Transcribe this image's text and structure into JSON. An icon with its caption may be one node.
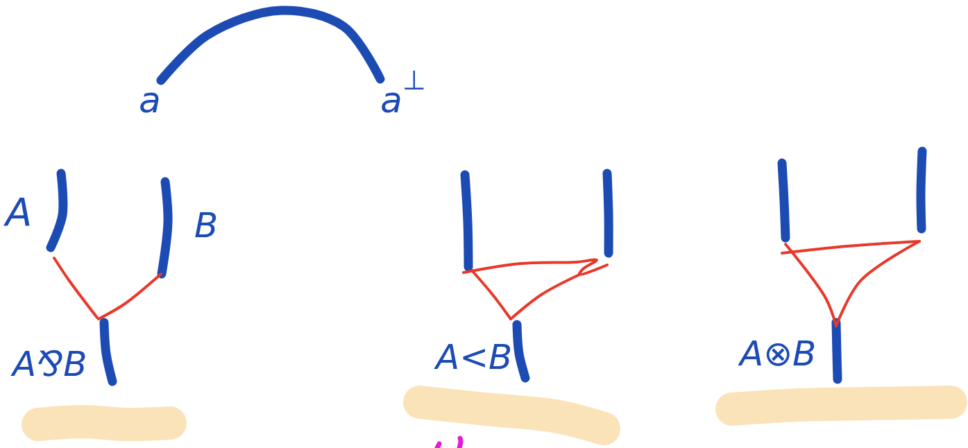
{
  "diagram": {
    "nodes": [
      {
        "text": [
          "a"
        ]
      },
      {
        "text": [
          "a$^{⊥}$"
        ]
      }
    ],
    "edges": [
      {
        "from": 0,
        "to": 1,
        "arrow": "none"
      }
    ],
    "labels": [
      "A",
      "B",
      "A⅋B",
      "A<B",
      "A⊗B"
    ]
  }
}
